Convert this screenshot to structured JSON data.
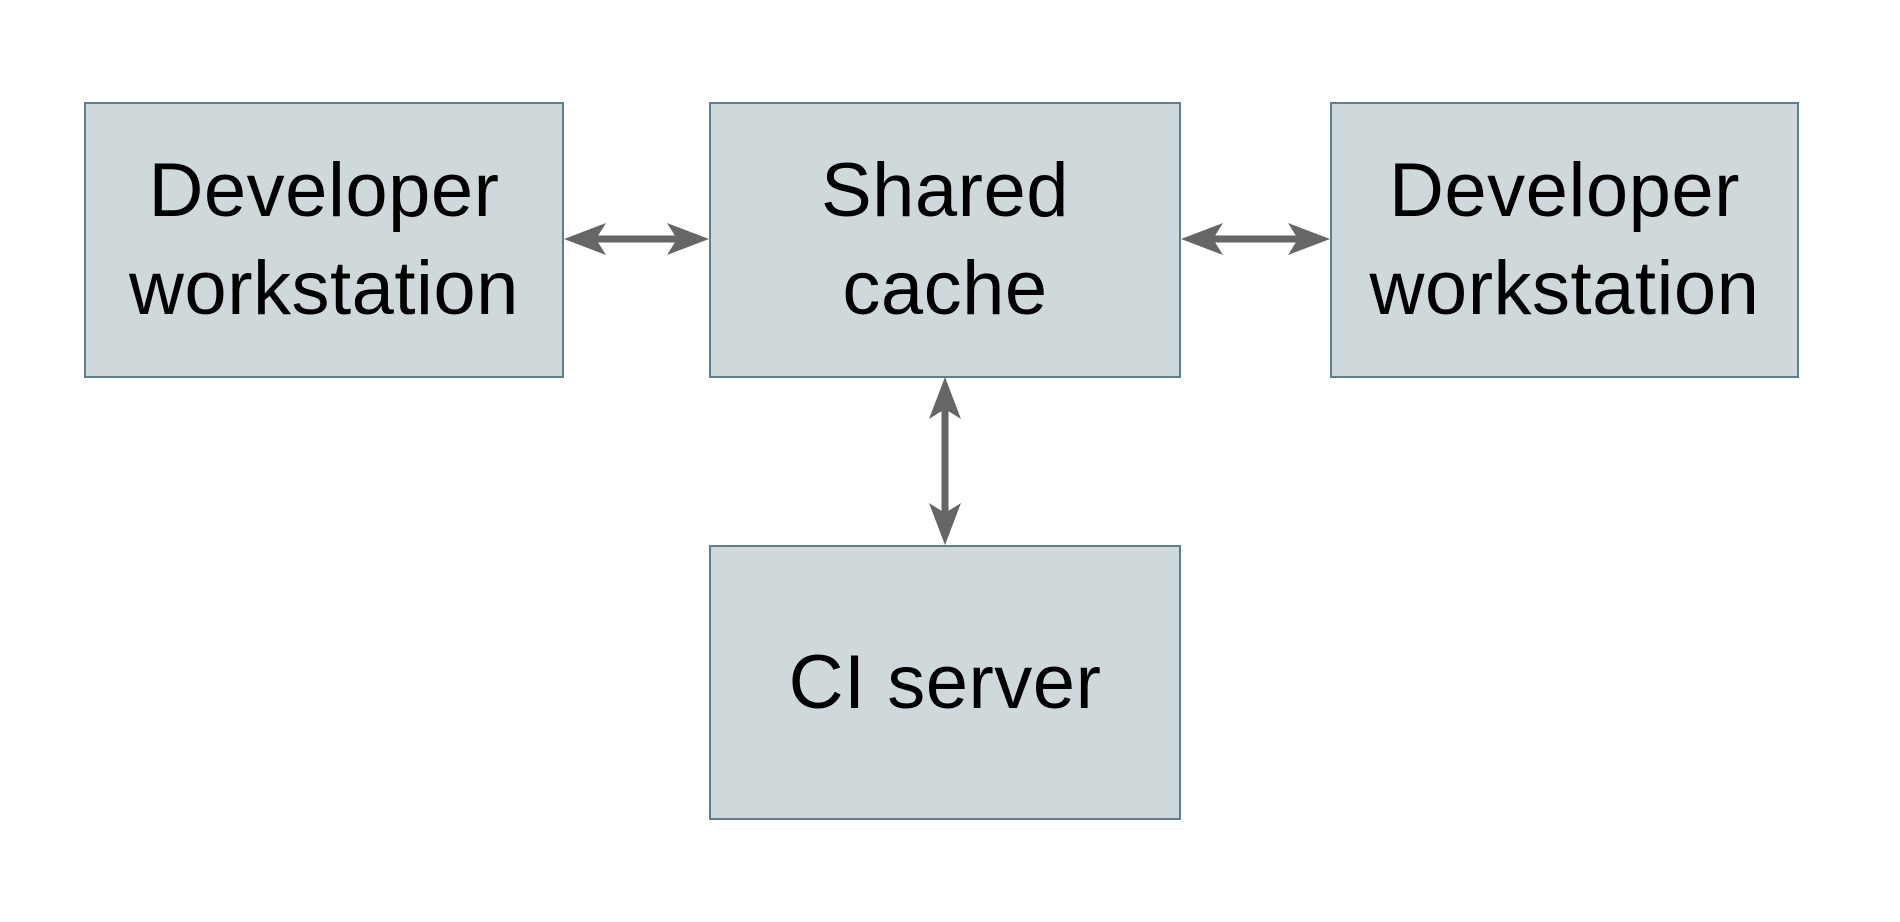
{
  "diagram": {
    "type": "architecture-diagram",
    "background": "white",
    "nodes": [
      {
        "id": "developer-workstation-left",
        "label": "Developer workstation",
        "lines": [
          "Developer",
          "workstation"
        ]
      },
      {
        "id": "shared-cache",
        "label": "Shared cache",
        "lines": [
          "Shared",
          "cache"
        ]
      },
      {
        "id": "developer-workstation-right",
        "label": "Developer workstation",
        "lines": [
          "Developer",
          "workstation"
        ]
      },
      {
        "id": "ci-server",
        "label": "CI server",
        "lines": [
          "CI server"
        ]
      }
    ],
    "edges": [
      {
        "from": "developer-workstation-left",
        "to": "shared-cache",
        "direction": "bidirectional",
        "style": "double-headed-arrow",
        "orientation": "horizontal"
      },
      {
        "from": "shared-cache",
        "to": "developer-workstation-right",
        "direction": "bidirectional",
        "style": "double-headed-arrow",
        "orientation": "horizontal"
      },
      {
        "from": "shared-cache",
        "to": "ci-server",
        "direction": "bidirectional",
        "style": "double-headed-arrow",
        "orientation": "vertical"
      }
    ],
    "colors": {
      "node_fill": "#cfd8da",
      "node_border": "#607d8b",
      "arrow": "#666666",
      "text": "#000000",
      "background": "#ffffff"
    }
  }
}
